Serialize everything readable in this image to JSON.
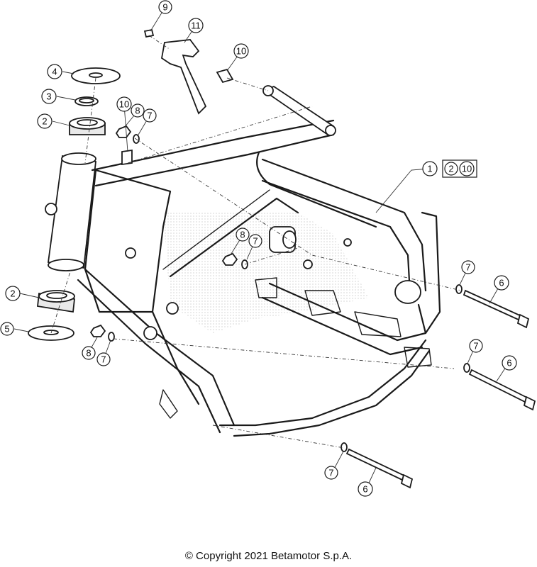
{
  "diagram": {
    "callouts": [
      {
        "id": "c9",
        "label": "9"
      },
      {
        "id": "c11",
        "label": "11"
      },
      {
        "id": "c10a",
        "label": "10"
      },
      {
        "id": "c4",
        "label": "4"
      },
      {
        "id": "c3",
        "label": "3"
      },
      {
        "id": "c2a",
        "label": "2"
      },
      {
        "id": "c10b",
        "label": "10"
      },
      {
        "id": "c8a",
        "label": "8"
      },
      {
        "id": "c7a",
        "label": "7"
      },
      {
        "id": "c1",
        "label": "1"
      },
      {
        "id": "c1box2",
        "label": "2"
      },
      {
        "id": "c1box10",
        "label": "10"
      },
      {
        "id": "c8b",
        "label": "8"
      },
      {
        "id": "c7b",
        "label": "7"
      },
      {
        "id": "c2b",
        "label": "2"
      },
      {
        "id": "c5",
        "label": "5"
      },
      {
        "id": "c8c",
        "label": "8"
      },
      {
        "id": "c7c",
        "label": "7"
      },
      {
        "id": "c7d",
        "label": "7"
      },
      {
        "id": "c6a",
        "label": "6"
      },
      {
        "id": "c7e",
        "label": "7"
      },
      {
        "id": "c6b",
        "label": "6"
      },
      {
        "id": "c7f",
        "label": "7"
      },
      {
        "id": "c6c",
        "label": "6"
      }
    ]
  },
  "footer": {
    "copyright": "© Copyright 2021 Betamotor S.p.A."
  }
}
